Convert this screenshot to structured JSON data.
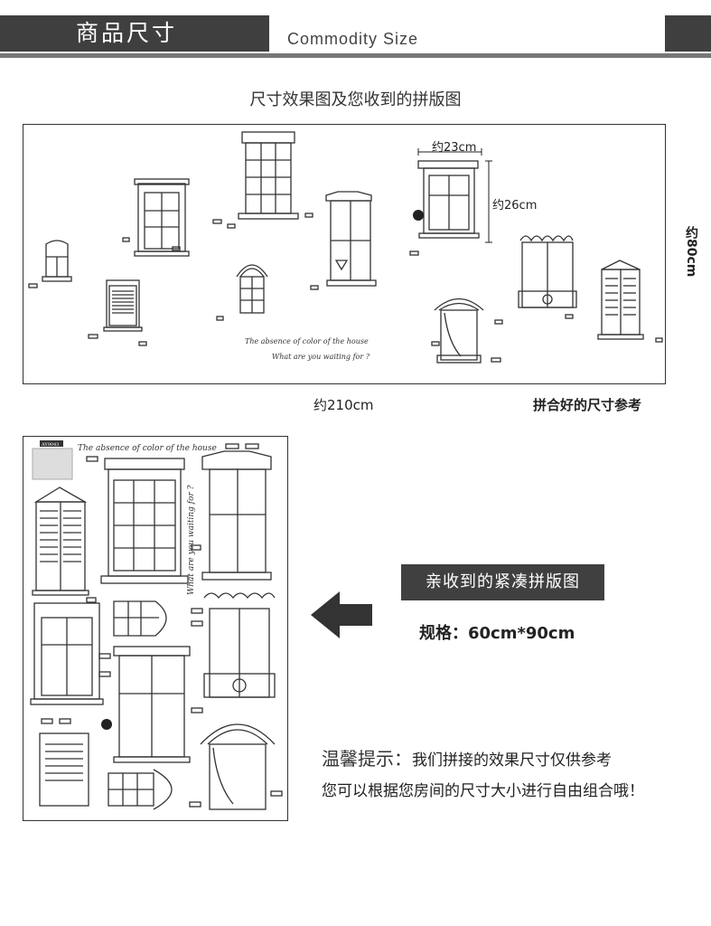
{
  "header": {
    "title_cn": "商品尺寸",
    "title_en": "Commodity Size"
  },
  "section1": {
    "caption": "尺寸效果图及您收到的拼版图",
    "width_label": "约23cm",
    "height_label": "约26cm",
    "total_height_label": "约80cm",
    "total_width_label": "约210cm",
    "assembled_label": "拼合好的尺寸参考",
    "script_line1": "The absence of color of the house",
    "script_line2": "What are you waiting for ?"
  },
  "section2": {
    "code": "AY9043",
    "script_line1": "The absence of color of the house",
    "script_line2": "What are you waiting for ?",
    "tag_label": "亲收到的紧凑拼版图",
    "spec_label": "规格：60cm*90cm",
    "tip_prefix": "温馨提示：",
    "tip_line1": "我们拼接的效果尺寸仅供参考",
    "tip_line2": "您可以根据您房间的尺寸大小进行自由组合哦！"
  }
}
